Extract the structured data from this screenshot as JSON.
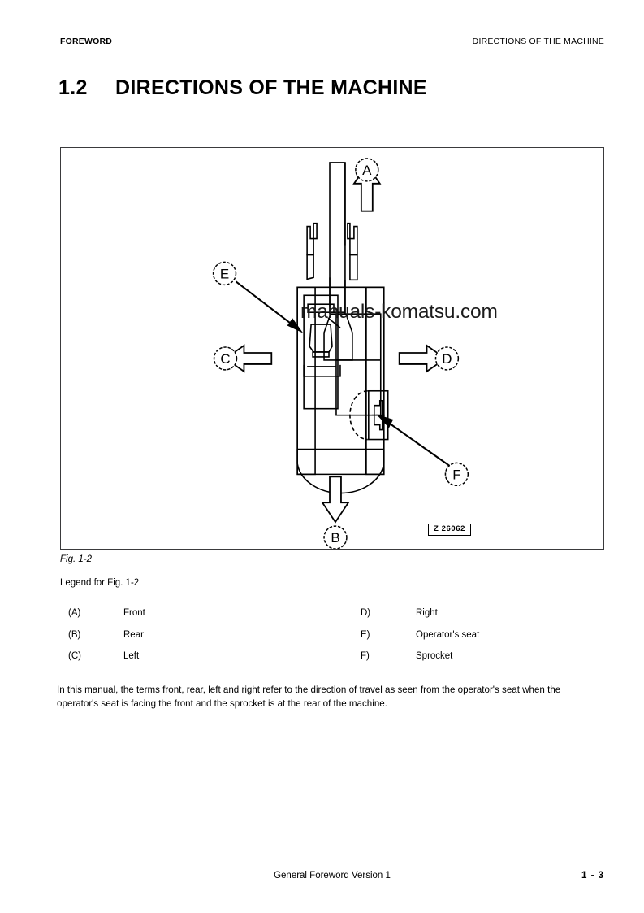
{
  "header": {
    "left": "FOREWORD",
    "right": "DIRECTIONS OF THE MACHINE"
  },
  "title": {
    "number": "1.2",
    "text": "DIRECTIONS OF THE MACHINE"
  },
  "figure": {
    "caption": "Fig. 1-2",
    "legend_title": "Legend for Fig. 1-2",
    "watermark": "manuals-komatsu.com",
    "drawing_id": "Z 26062",
    "callouts": [
      {
        "letter": "A",
        "direction": "up",
        "meaning": "Front"
      },
      {
        "letter": "B",
        "direction": "down",
        "meaning": "Rear"
      },
      {
        "letter": "C",
        "direction": "left",
        "meaning": "Left"
      },
      {
        "letter": "D",
        "direction": "right",
        "meaning": "Right"
      },
      {
        "letter": "E",
        "direction": "leader",
        "meaning": "Operator's seat"
      },
      {
        "letter": "F",
        "direction": "leader",
        "meaning": "Sprocket"
      }
    ]
  },
  "legend": {
    "left_column": [
      {
        "key": "(A)",
        "value": "Front"
      },
      {
        "key": "(B)",
        "value": "Rear"
      },
      {
        "key": "(C)",
        "value": "Left"
      }
    ],
    "right_column": [
      {
        "key": "D)",
        "value": "Right"
      },
      {
        "key": "E)",
        "value": "Operator's seat"
      },
      {
        "key": "F)",
        "value": "Sprocket"
      }
    ]
  },
  "body": {
    "paragraph": "In this manual, the terms front, rear, left and right refer to the direction of travel as seen from the operator's seat when the operator's seat is facing the front and the sprocket is at the rear of the machine."
  },
  "footer": {
    "center": "General Foreword Version 1",
    "page": "1 - 3"
  },
  "colors": {
    "ink": "#000000",
    "frame": "#3a3a3c",
    "paper": "#ffffff"
  }
}
